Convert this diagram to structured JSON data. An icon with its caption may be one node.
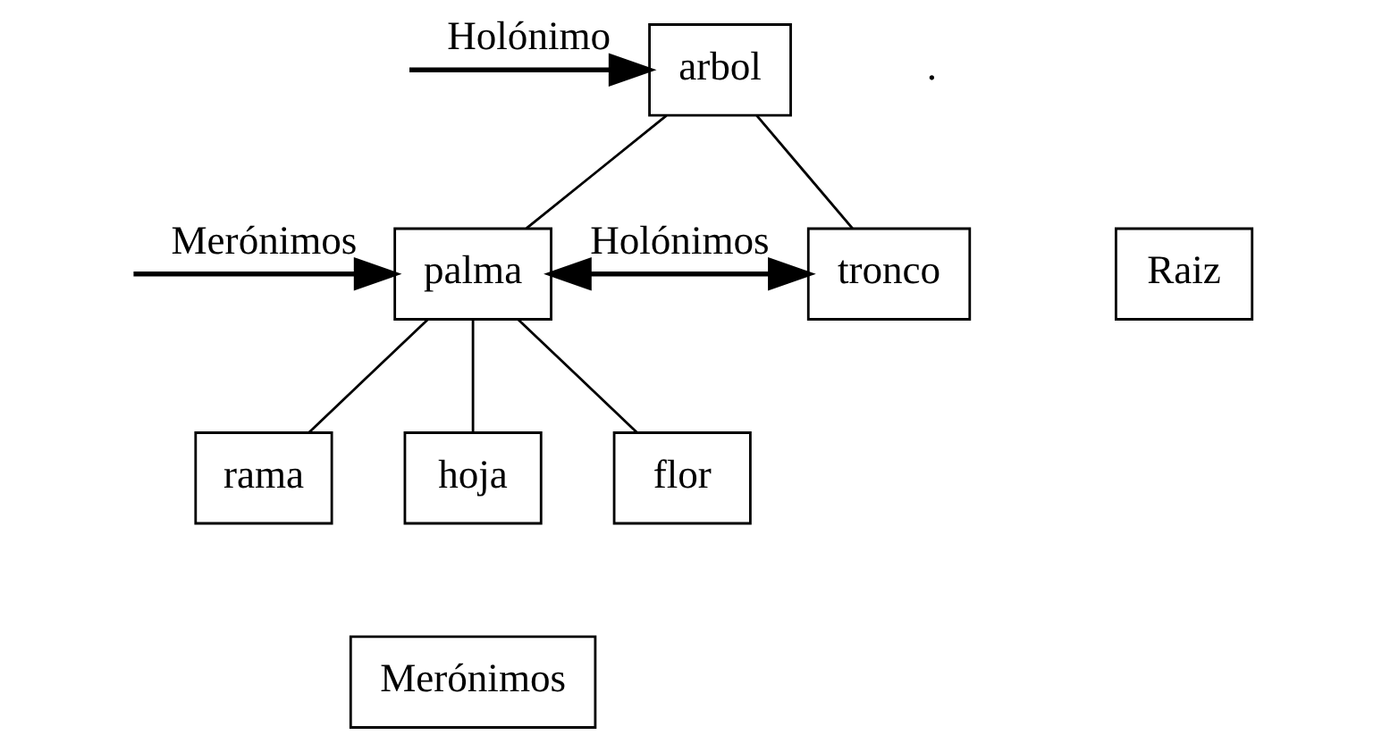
{
  "diagram": {
    "nodes": [
      {
        "text": [
          "arbol"
        ]
      },
      {
        "text": [
          "palma"
        ]
      },
      {
        "text": [
          "tronco"
        ]
      },
      {
        "text": [
          "Raiz"
        ]
      },
      {
        "text": [
          "rama"
        ]
      },
      {
        "text": [
          "hoja"
        ]
      },
      {
        "text": [
          "flor"
        ]
      },
      {
        "text": [
          "Merónimos"
        ]
      }
    ],
    "edges": [
      {
        "from": null,
        "to": 0,
        "arrow": "to",
        "label": "Holónimo"
      },
      {
        "from": 0,
        "to": 1,
        "arrow": "none"
      },
      {
        "from": 0,
        "to": 2,
        "arrow": "none"
      },
      {
        "from": null,
        "to": 1,
        "arrow": "to",
        "label": "Merónimos"
      },
      {
        "from": 1,
        "to": 2,
        "arrow": "both",
        "label": "Holónimos"
      },
      {
        "from": 1,
        "to": 4,
        "arrow": "none"
      },
      {
        "from": 1,
        "to": 5,
        "arrow": "none"
      },
      {
        "from": 1,
        "to": 6,
        "arrow": "none"
      }
    ],
    "labels": [
      "."
    ]
  }
}
